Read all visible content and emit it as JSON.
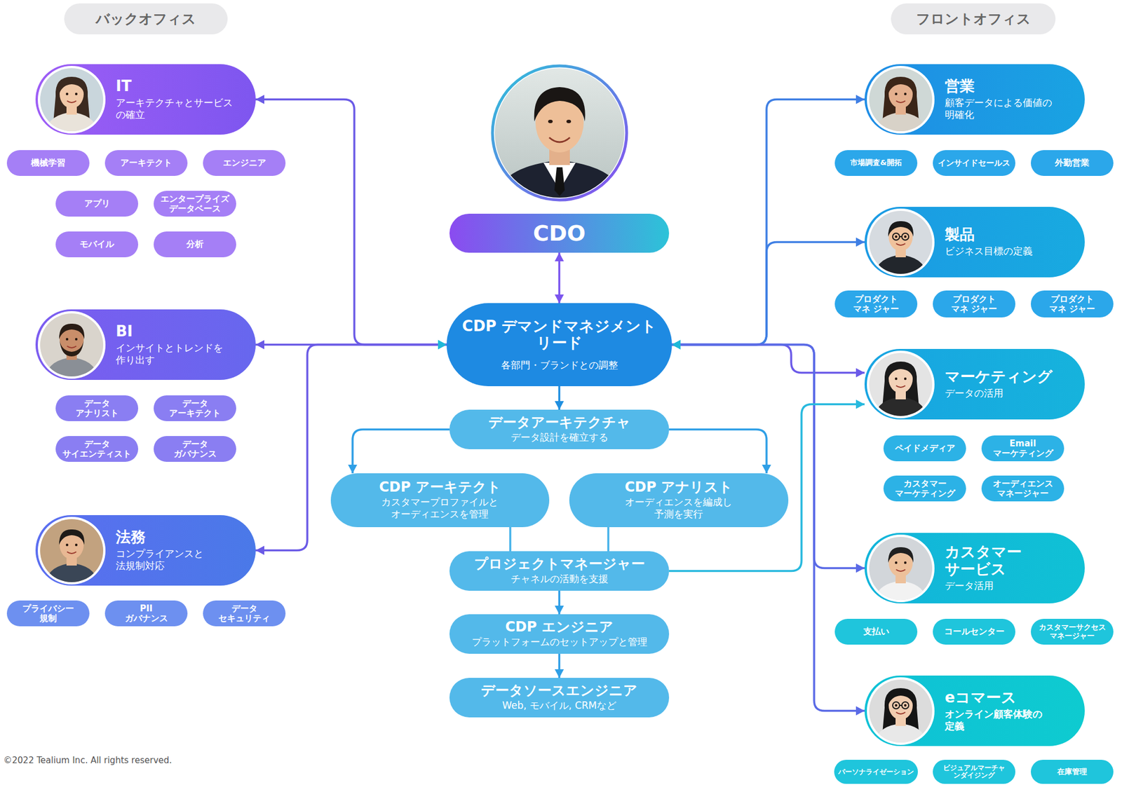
{
  "diagram": {
    "nodes": [
      {
        "text": [
          "バックオフィス"
        ]
      },
      {
        "text": [
          "フロントオフィス"
        ]
      },
      {
        "text": [
          "IT",
          "アーキテクチャとサービス の確立"
        ]
      },
      {
        "text": [
          "機械学習"
        ]
      },
      {
        "text": [
          "アーキテクト"
        ]
      },
      {
        "text": [
          "エンジニア"
        ]
      },
      {
        "text": [
          "アプリ"
        ]
      },
      {
        "text": [
          "エンタープライズ データベース"
        ]
      },
      {
        "text": [
          "モバイル"
        ]
      },
      {
        "text": [
          "分析"
        ]
      },
      {
        "text": [
          "BI",
          "インサイトとトレンドを 作り出す"
        ]
      },
      {
        "text": [
          "データ アナリスト"
        ]
      },
      {
        "text": [
          "データ アーキテクト"
        ]
      },
      {
        "text": [
          "データ サイエンティスト"
        ]
      },
      {
        "text": [
          "データ ガバナンス"
        ]
      },
      {
        "text": [
          "法務",
          "コンプライアンスと 法規制対応"
        ]
      },
      {
        "text": [
          "プライバシー 規制"
        ]
      },
      {
        "text": [
          "PII ガバナンス"
        ]
      },
      {
        "text": [
          "データ セキュリティ"
        ]
      },
      {
        "text": [
          "CDO"
        ]
      },
      {
        "text": [
          "CDP デマンドマネジメント リード",
          "各部門・ブランドとの調整"
        ]
      },
      {
        "text": [
          "データアーキテクチャ",
          "データ設計を確立する"
        ]
      },
      {
        "text": [
          "CDP アーキテクト",
          "カスタマープロファイルと オーディエンスを管理"
        ]
      },
      {
        "text": [
          "CDP アナリスト",
          "オーディエンスを編成し 予測を実行"
        ]
      },
      {
        "text": [
          "プロジェクトマネージャー",
          "チャネルの活動を支援"
        ]
      },
      {
        "text": [
          "CDP エンジニア",
          "プラットフォームのセットアップと管理"
        ]
      },
      {
        "text": [
          "データソースエンジニア",
          "Web, モバイル, CRMなど"
        ]
      },
      {
        "text": [
          "営業",
          "顧客データによる価値の 明確化"
        ]
      },
      {
        "text": [
          "市場調査&開拓"
        ]
      },
      {
        "text": [
          "インサイドセールス"
        ]
      },
      {
        "text": [
          "外勤営業"
        ]
      },
      {
        "text": [
          "製品",
          "ビジネス目標の定義"
        ]
      },
      {
        "text": [
          "プロダクト マネ ジャー"
        ]
      },
      {
        "text": [
          "プロダクト マネ ジャー"
        ]
      },
      {
        "text": [
          "プロダクト マネ ジャー"
        ]
      },
      {
        "text": [
          "マーケティング",
          "データの活用"
        ]
      },
      {
        "text": [
          "ペイドメディア"
        ]
      },
      {
        "text": [
          "Email マーケティング"
        ]
      },
      {
        "text": [
          "カスタマー マーケティング"
        ]
      },
      {
        "text": [
          "オーディエンス マネージャー"
        ]
      },
      {
        "text": [
          "カスタマー サービス",
          "データ活用"
        ]
      },
      {
        "text": [
          "支払い"
        ]
      },
      {
        "text": [
          "コールセンター"
        ]
      },
      {
        "text": [
          "カスタマーサクセス マネージャー"
        ]
      },
      {
        "text": [
          "eコマース",
          "オンライン顧客体験の 定義"
        ]
      },
      {
        "text": [
          "パーソナライゼーション"
        ]
      },
      {
        "text": [
          "ビジュアルマーチャ ンダイジング"
        ]
      },
      {
        "text": [
          "在庫管理"
        ]
      }
    ],
    "edges": [
      {
        "from": 19,
        "to": 20,
        "arrow": "both"
      },
      {
        "from": 20,
        "to": 2,
        "arrow": "both"
      },
      {
        "from": 20,
        "to": 10,
        "arrow": "both"
      },
      {
        "from": 20,
        "to": 15,
        "arrow": "both"
      },
      {
        "from": 20,
        "to": 27,
        "arrow": "both"
      },
      {
        "from": 20,
        "to": 31,
        "arrow": "both"
      },
      {
        "from": 20,
        "to": 35,
        "arrow": "both"
      },
      {
        "from": 20,
        "to": 40,
        "arrow": "both"
      },
      {
        "from": 20,
        "to": 44,
        "arrow": "both"
      },
      {
        "from": 20,
        "to": 21,
        "arrow": "to"
      },
      {
        "from": 21,
        "to": 22,
        "arrow": "to"
      },
      {
        "from": 21,
        "to": 23,
        "arrow": "to"
      },
      {
        "from": 22,
        "to": 24,
        "arrow": "none"
      },
      {
        "from": 23,
        "to": 24,
        "arrow": "none"
      },
      {
        "from": 24,
        "to": 35,
        "arrow": "to"
      },
      {
        "from": 24,
        "to": 25,
        "arrow": "to"
      },
      {
        "from": 25,
        "to": 26,
        "arrow": "to"
      }
    ],
    "labels": [
      "©2022 Tealium Inc. All rights reserved."
    ]
  }
}
